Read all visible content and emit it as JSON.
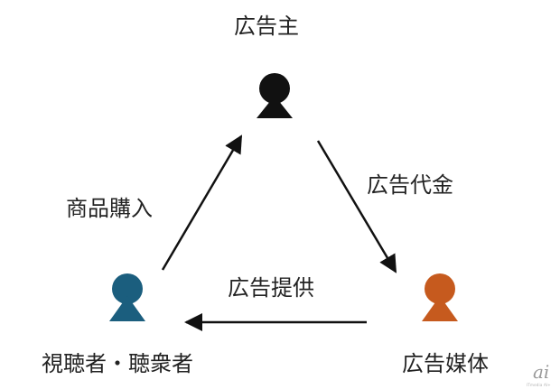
{
  "diagram": {
    "nodes": {
      "advertiser": {
        "label": "広告主",
        "color": "#111111"
      },
      "audience": {
        "label": "視聴者・聴衆者",
        "color": "#1b5e7e"
      },
      "media": {
        "label": "広告媒体",
        "color": "#c65a1e"
      }
    },
    "edges": {
      "ad_fee": {
        "label": "広告代金"
      },
      "ad_provision": {
        "label": "広告提供"
      },
      "purchase": {
        "label": "商品購入"
      }
    }
  },
  "watermark": {
    "text": "ai",
    "subtext": "ITmedia AI+"
  }
}
